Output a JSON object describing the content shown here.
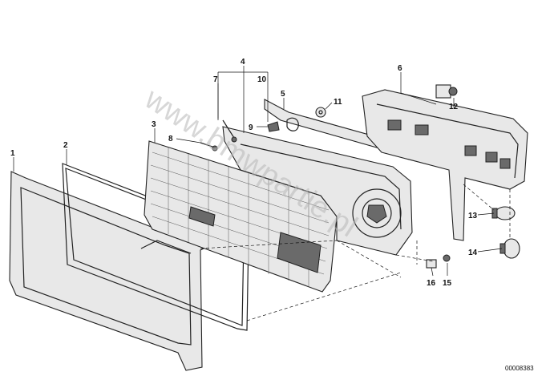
{
  "diagram": {
    "reference_code": "00008383",
    "watermark": "www.bmwpartie.pl",
    "callouts": [
      "1",
      "2",
      "3",
      "4",
      "5",
      "6",
      "7",
      "8",
      "9",
      "10",
      "11",
      "12",
      "13",
      "14",
      "15",
      "16"
    ]
  }
}
